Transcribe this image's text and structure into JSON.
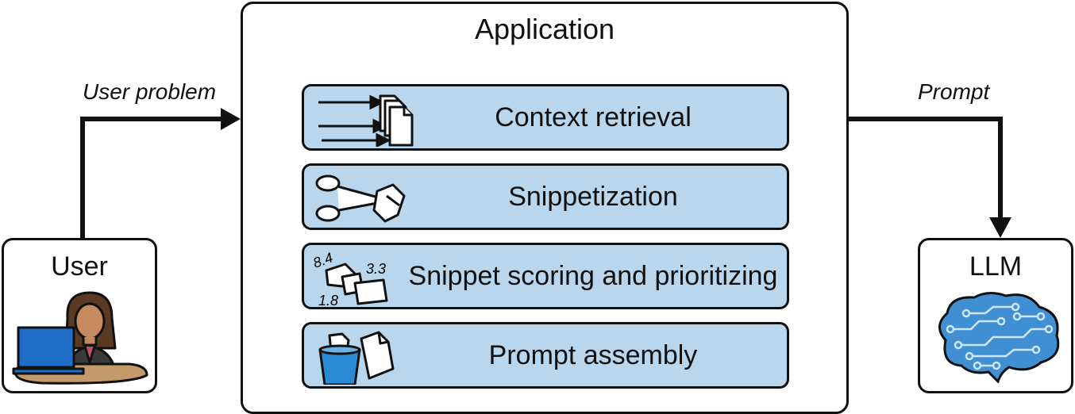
{
  "application": {
    "title": "Application"
  },
  "steps": [
    {
      "label": "Context retrieval",
      "icon": "documents-arrows-icon"
    },
    {
      "label": "Snippetization",
      "icon": "scissors-icon"
    },
    {
      "label": "Snippet scoring and prioritizing",
      "icon": "scored-snippets-icon",
      "scores": [
        "8.4",
        "3.3",
        "1.8"
      ]
    },
    {
      "label": "Prompt assembly",
      "icon": "bucket-documents-icon"
    }
  ],
  "user": {
    "title": "User"
  },
  "llm": {
    "title": "LLM"
  },
  "edges": {
    "user_to_app": "User problem",
    "app_to_llm": "Prompt"
  },
  "colors": {
    "step_fill": "#b9d6ec",
    "brain_blue": "#3f8fd2",
    "laptop_blue": "#1f6fc8",
    "stroke": "#111111"
  }
}
